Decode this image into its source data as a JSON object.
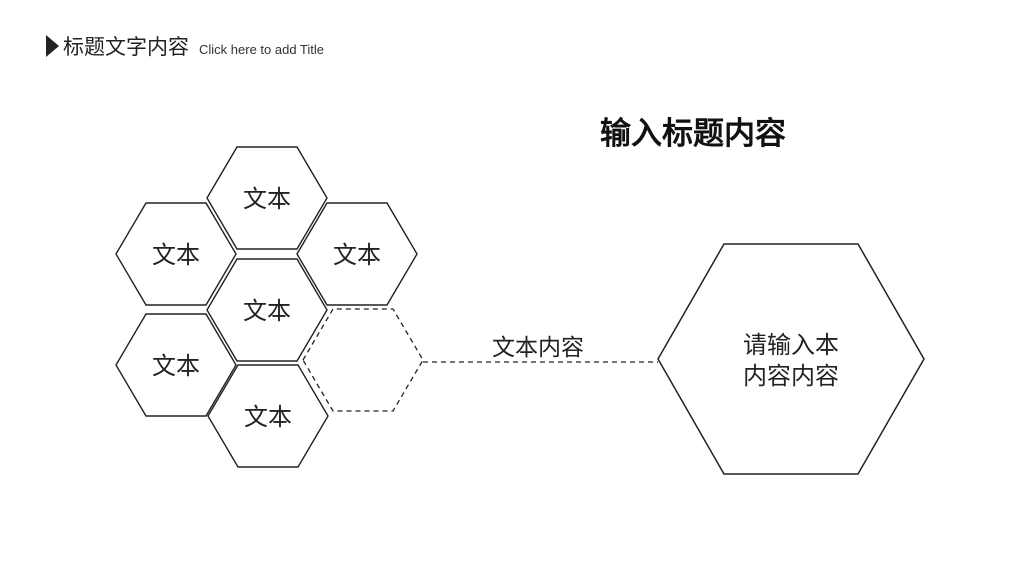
{
  "header": {
    "title_cn": "标题文字内容",
    "title_en": "Click here to add Title"
  },
  "main_heading": "输入标题内容",
  "hex_cluster": {
    "cells": [
      {
        "id": "top",
        "label": "文本"
      },
      {
        "id": "upper-left",
        "label": "文本"
      },
      {
        "id": "upper-right",
        "label": "文本"
      },
      {
        "id": "center",
        "label": "文本"
      },
      {
        "id": "lower-left",
        "label": "文本"
      },
      {
        "id": "bottom",
        "label": "文本"
      }
    ]
  },
  "connector_label": "文本内容",
  "big_hex": {
    "line1": "请输入本",
    "line2": "内容内容"
  },
  "colors": {
    "stroke": "#222222",
    "text": "#222222",
    "background": "#ffffff"
  }
}
